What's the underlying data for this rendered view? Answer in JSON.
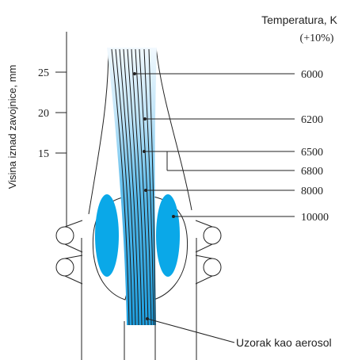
{
  "header": {
    "title": "Temperatura, K",
    "subtitle": "(+10%)"
  },
  "axis": {
    "label": "Visina iznad zavojnice, mm",
    "ticks": [
      "25",
      "20",
      "15"
    ]
  },
  "temperatures": [
    "6000",
    "6200",
    "6500",
    "6800",
    "8000",
    "10000"
  ],
  "bottom_label": "Uzorak kao aerosol",
  "colors": {
    "plasma_light": "#e6f5fd",
    "plasma_dark": "#2aa6e0",
    "coil_blue": "#0aa8e8",
    "line": "#222222"
  }
}
